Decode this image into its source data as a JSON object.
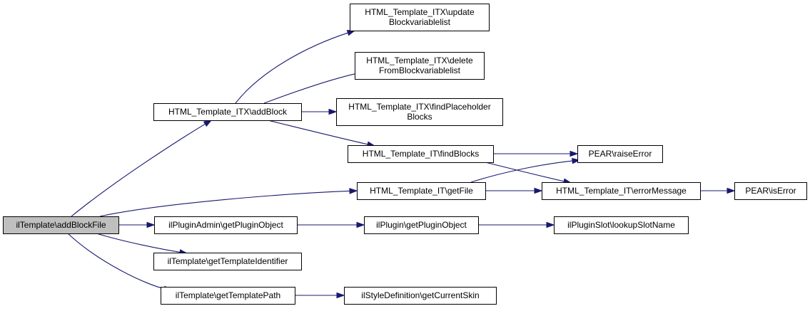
{
  "nodes": [
    {
      "id": "root",
      "lines": [
        "ilTemplate\\addBlockFile"
      ]
    },
    {
      "id": "addBlock",
      "lines": [
        "HTML_Template_ITX\\addBlock"
      ]
    },
    {
      "id": "updateBlock",
      "lines": [
        "HTML_Template_ITX\\update",
        "Blockvariablelist"
      ]
    },
    {
      "id": "deleteBlock",
      "lines": [
        "HTML_Template_ITX\\delete",
        "FromBlockvariablelist"
      ]
    },
    {
      "id": "findPlaceholder",
      "lines": [
        "HTML_Template_ITX\\findPlaceholder",
        "Blocks"
      ]
    },
    {
      "id": "findBlocks",
      "lines": [
        "HTML_Template_IT\\findBlocks"
      ]
    },
    {
      "id": "raiseError",
      "lines": [
        "PEAR\\raiseError"
      ]
    },
    {
      "id": "getFile",
      "lines": [
        "HTML_Template_IT\\getFile"
      ]
    },
    {
      "id": "errorMessage",
      "lines": [
        "HTML_Template_IT\\errorMessage"
      ]
    },
    {
      "id": "isError",
      "lines": [
        "PEAR\\isError"
      ]
    },
    {
      "id": "adminGetPlugin",
      "lines": [
        "ilPluginAdmin\\getPluginObject"
      ]
    },
    {
      "id": "pluginGetPlugin",
      "lines": [
        "ilPlugin\\getPluginObject"
      ]
    },
    {
      "id": "lookupSlot",
      "lines": [
        "ilPluginSlot\\lookupSlotName"
      ]
    },
    {
      "id": "getTemplateId",
      "lines": [
        "ilTemplate\\getTemplateIdentifier"
      ]
    },
    {
      "id": "getTemplatePath",
      "lines": [
        "ilTemplate\\getTemplatePath"
      ]
    },
    {
      "id": "getCurrentSkin",
      "lines": [
        "ilStyleDefinition\\getCurrentSkin"
      ]
    }
  ],
  "edges": [
    {
      "from": "root",
      "to": "addBlock"
    },
    {
      "from": "root",
      "to": "getFile"
    },
    {
      "from": "root",
      "to": "adminGetPlugin"
    },
    {
      "from": "root",
      "to": "getTemplateId"
    },
    {
      "from": "root",
      "to": "getTemplatePath"
    },
    {
      "from": "addBlock",
      "to": "updateBlock"
    },
    {
      "from": "addBlock",
      "to": "deleteBlock"
    },
    {
      "from": "addBlock",
      "to": "findPlaceholder"
    },
    {
      "from": "addBlock",
      "to": "findBlocks"
    },
    {
      "from": "findBlocks",
      "to": "raiseError"
    },
    {
      "from": "findBlocks",
      "to": "errorMessage"
    },
    {
      "from": "getFile",
      "to": "raiseError"
    },
    {
      "from": "getFile",
      "to": "errorMessage"
    },
    {
      "from": "errorMessage",
      "to": "isError"
    },
    {
      "from": "adminGetPlugin",
      "to": "pluginGetPlugin"
    },
    {
      "from": "pluginGetPlugin",
      "to": "lookupSlot"
    },
    {
      "from": "getTemplatePath",
      "to": "getCurrentSkin"
    }
  ]
}
